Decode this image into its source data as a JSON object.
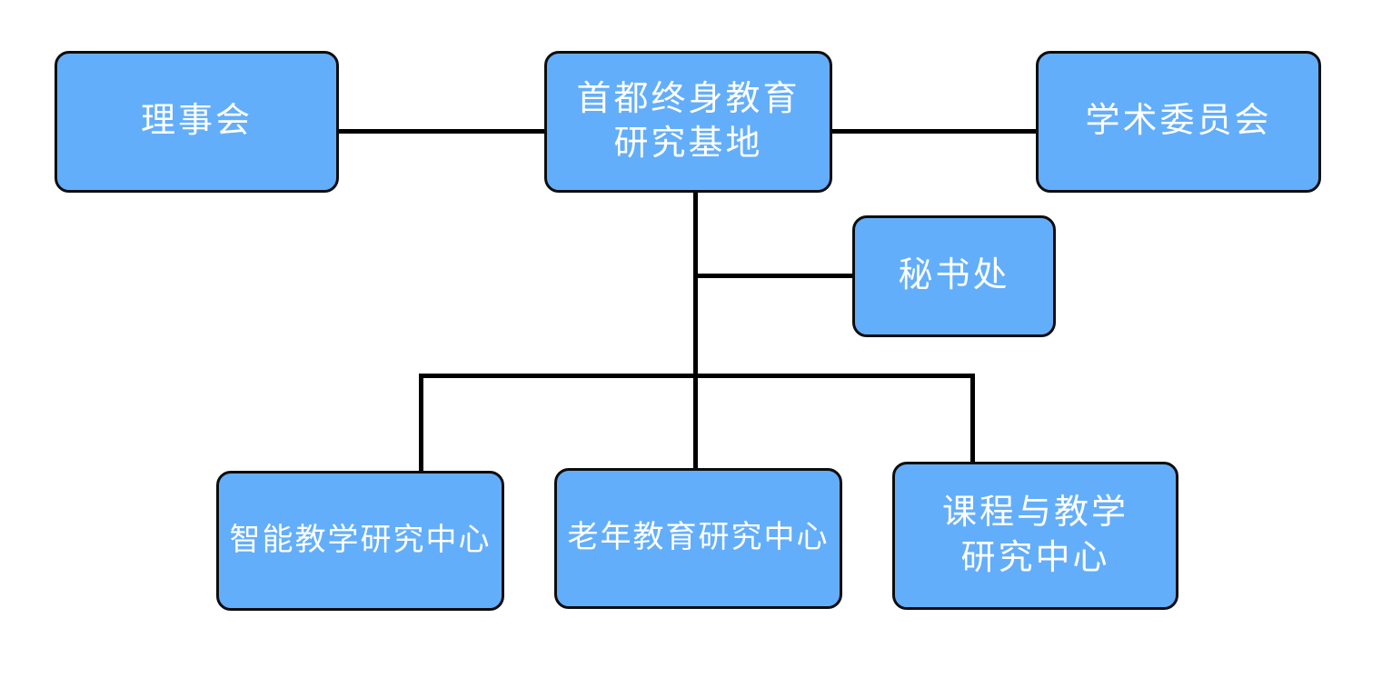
{
  "nodes": {
    "root": {
      "label": "首都终身教育\n研究基地"
    },
    "board": {
      "label": "理事会"
    },
    "academic": {
      "label": "学术委员会"
    },
    "secretariat": {
      "label": "秘书处"
    },
    "intelligent": {
      "label": "智能教学研究中心"
    },
    "elderly": {
      "label": "老年教育研究中心"
    },
    "curriculum": {
      "label": "课程与教学\n研究中心"
    }
  },
  "edges": [
    {
      "from": "board",
      "to": "root"
    },
    {
      "from": "root",
      "to": "academic"
    },
    {
      "from": "root",
      "to": "secretariat"
    },
    {
      "from": "root",
      "to": "intelligent"
    },
    {
      "from": "root",
      "to": "elderly"
    },
    {
      "from": "root",
      "to": "curriculum"
    }
  ],
  "colors": {
    "box_fill": "#63AEFB",
    "box_border": "#0d0d0d",
    "connector": "#000000",
    "text": "#FFFFFF",
    "background": "#FFFFFF"
  }
}
